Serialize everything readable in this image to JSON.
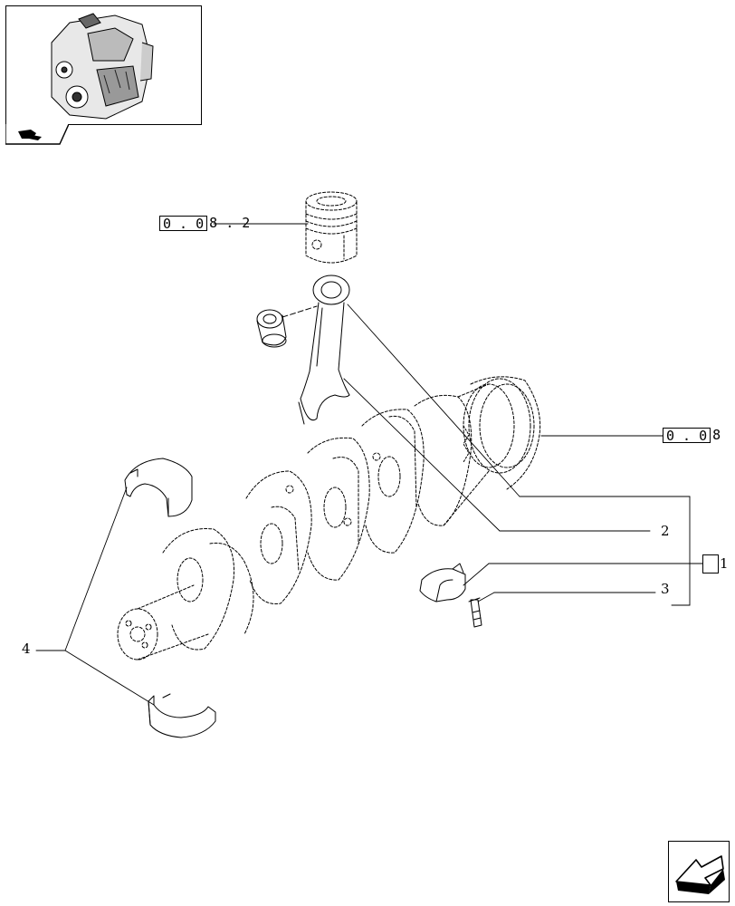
{
  "refs": {
    "piston_ref": {
      "boxed": "0 . 0",
      "tail": "8 . 2"
    },
    "crankshaft_ref": {
      "boxed": "0 . 0",
      "tail": "8"
    }
  },
  "callouts": {
    "item_1": "1",
    "item_2": "2",
    "item_3": "3",
    "item_4": "4"
  },
  "icons": {
    "thumbnail": "engine-thumbnail-icon",
    "tab": "engine-tab-icon",
    "nav": "next-page-arrow-icon"
  }
}
